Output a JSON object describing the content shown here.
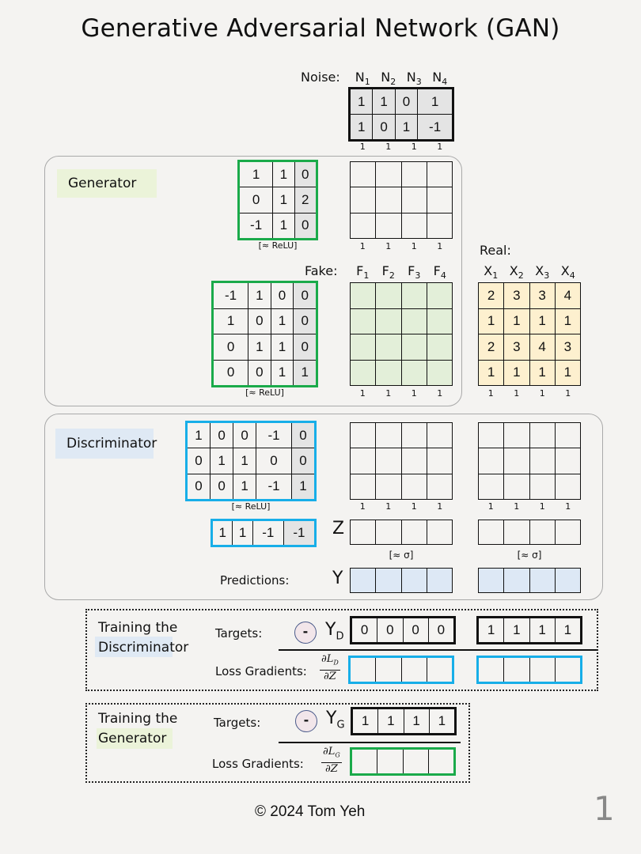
{
  "title": "Generative Adversarial Network (GAN)",
  "noise": {
    "label": "Noise:",
    "columns": [
      "N",
      "N",
      "N",
      "N"
    ],
    "subscripts": [
      "1",
      "2",
      "3",
      "4"
    ],
    "rows": [
      [
        "1",
        "1",
        "0",
        "1"
      ],
      [
        "1",
        "0",
        "1",
        "-1"
      ]
    ],
    "bias_row": [
      "1",
      "1",
      "1",
      "1"
    ]
  },
  "generator": {
    "label": "Generator",
    "layer1": {
      "weights": [
        [
          "1",
          "1",
          "0"
        ],
        [
          "0",
          "1",
          "2"
        ],
        [
          "-1",
          "1",
          "0"
        ]
      ],
      "activation": "[≈ ReLU]",
      "hidden_bias_row": [
        "1",
        "1",
        "1",
        "1"
      ]
    },
    "layer2": {
      "weights": [
        [
          "-1",
          "1",
          "0",
          "0"
        ],
        [
          "1",
          "0",
          "1",
          "0"
        ],
        [
          "0",
          "1",
          "1",
          "0"
        ],
        [
          "0",
          "0",
          "1",
          "1"
        ]
      ],
      "activation": "[≈ ReLU]"
    },
    "fake": {
      "label": "Fake:",
      "columns": [
        "F",
        "F",
        "F",
        "F"
      ],
      "subscripts": [
        "1",
        "2",
        "3",
        "4"
      ],
      "bias_row": [
        "1",
        "1",
        "1",
        "1"
      ]
    }
  },
  "real": {
    "label": "Real:",
    "columns": [
      "X",
      "X",
      "X",
      "X"
    ],
    "subscripts": [
      "1",
      "2",
      "3",
      "4"
    ],
    "rows": [
      [
        "2",
        "3",
        "3",
        "4"
      ],
      [
        "1",
        "1",
        "1",
        "1"
      ],
      [
        "2",
        "3",
        "4",
        "3"
      ],
      [
        "1",
        "1",
        "1",
        "1"
      ]
    ],
    "bias_row": [
      "1",
      "1",
      "1",
      "1"
    ]
  },
  "discriminator": {
    "label": "Discriminator",
    "layer1": {
      "weights": [
        [
          "1",
          "0",
          "0",
          "-1",
          "0"
        ],
        [
          "0",
          "1",
          "1",
          "0",
          "0"
        ],
        [
          "0",
          "0",
          "1",
          "-1",
          "1"
        ]
      ],
      "activation": "[≈ ReLU]",
      "fake_bias_row": [
        "1",
        "1",
        "1",
        "1"
      ],
      "real_bias_row": [
        "1",
        "1",
        "1",
        "1"
      ]
    },
    "layer2": {
      "weights": [
        "1",
        "1",
        "-1",
        "-1"
      ]
    },
    "z_label": "Z",
    "sigma_label_fake": "[≈ σ]",
    "sigma_label_real": "[≈ σ]",
    "predictions_label": "Predictions:",
    "y_label": "Y"
  },
  "training_discriminator": {
    "title_line1": "Training the",
    "title_line2": "Discriminator",
    "targets_label": "Targets:",
    "minus": "-",
    "target_symbol": "Y",
    "target_sub": "D",
    "targets_fake": [
      "0",
      "0",
      "0",
      "0"
    ],
    "targets_real": [
      "1",
      "1",
      "1",
      "1"
    ],
    "loss_label": "Loss Gradients:",
    "grad_num": "∂L",
    "grad_num_sub": "D",
    "grad_den": "∂Z"
  },
  "training_generator": {
    "title_line1": "Training the",
    "title_line2": "Generator",
    "targets_label": "Targets:",
    "minus": "-",
    "target_symbol": "Y",
    "target_sub": "G",
    "targets": [
      "1",
      "1",
      "1",
      "1"
    ],
    "loss_label": "Loss Gradients:",
    "grad_num": "∂L",
    "grad_num_sub": "G",
    "grad_den": "∂Z"
  },
  "footer": {
    "copyright": "©  2024 Tom Yeh",
    "page_number": "1"
  },
  "colors": {
    "generator_green": "#1aaa4a",
    "discriminator_blue": "#17aee8",
    "fake_fill": "#e3efd9",
    "real_fill": "#fdf0cf",
    "prediction_fill": "#dde8f5",
    "bias_gray": "#e4e4e4"
  }
}
